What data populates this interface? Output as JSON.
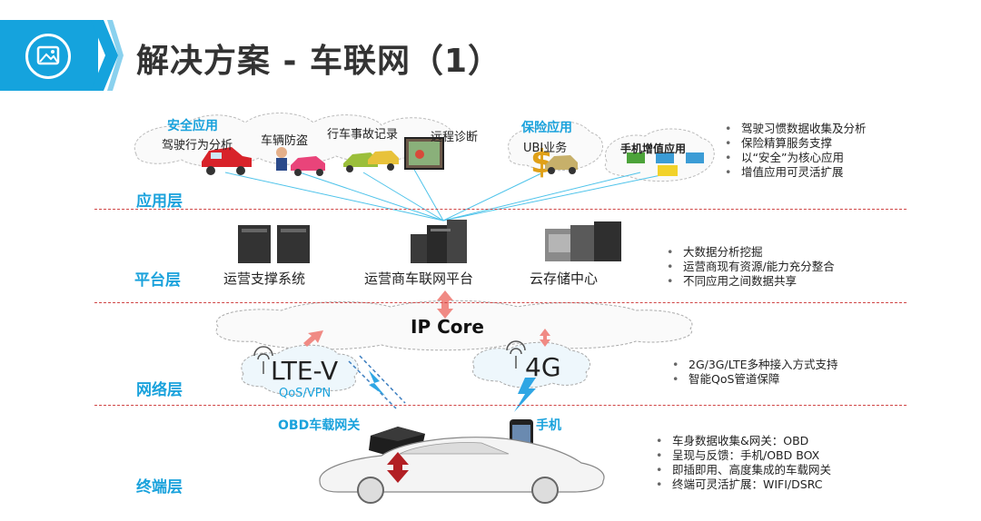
{
  "title": "解决方案 - 车联网（1）",
  "layers": {
    "app": "应用层",
    "platform": "平台层",
    "network": "网络层",
    "terminal": "终端层"
  },
  "app_layer": {
    "group_safety": "安全应用",
    "group_insurance": "保险应用",
    "items": {
      "driving_analysis": "驾驶行为分析",
      "anti_theft": "车辆防盗",
      "accident_record": "行车事故记录",
      "remote_diagnosis": "远程诊断",
      "ubi": "UBI业务",
      "mobile_value_added": "手机增值应用"
    },
    "bullets": [
      "驾驶习惯数据收集及分析",
      "保险精算服务支撑",
      "以“安全”为核心应用",
      "增值应用可灵活扩展"
    ]
  },
  "platform_layer": {
    "ops_support": "运营支撑系统",
    "operator_platform": "运营商车联网平台",
    "cloud_storage": "云存储中心",
    "bullets": [
      "大数据分析挖掘",
      "运营商现有资源/能力充分整合",
      "不同应用之间数据共享"
    ]
  },
  "network_layer": {
    "ip_core": "IP Core",
    "ltev": "LTE-V",
    "qos_vpn": "QoS/VPN",
    "fourg": "4G",
    "bullets": [
      "2G/3G/LTE多种接入方式支持",
      "智能QoS管道保障"
    ]
  },
  "terminal_layer": {
    "obd": "OBD车载网关",
    "phone": "手机",
    "bullets": [
      "车身数据收集&网关：OBD",
      "呈现与反馈：手机/OBD BOX",
      "即插即用、高度集成的车载网关",
      "终端可灵活扩展：WIFI/DSRC"
    ]
  },
  "colors": {
    "accent": "#15a3dd",
    "layer_label": "#1aa2dc",
    "divider": "#d04545",
    "arrow_pink": "#f08a84",
    "arrow_dark": "#b21f24",
    "link_lines": "#4ec3ea"
  }
}
